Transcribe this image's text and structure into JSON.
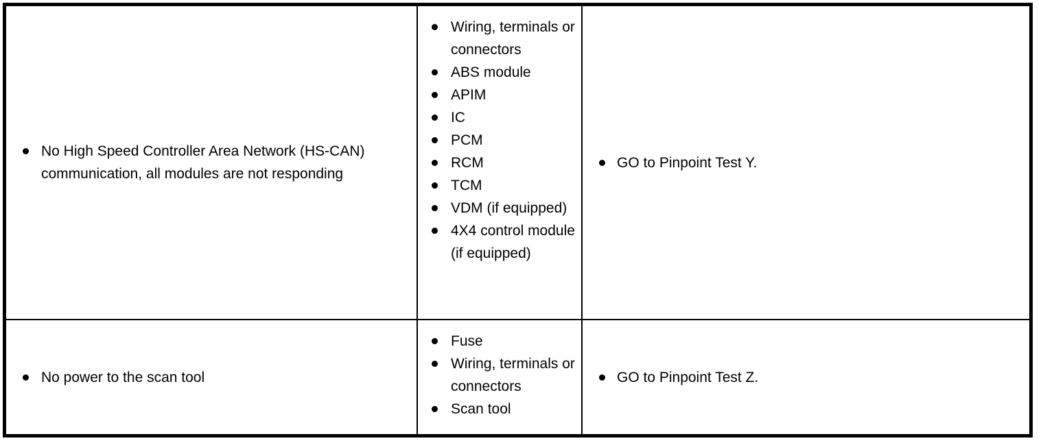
{
  "table": {
    "rows": [
      {
        "id": "no-hs-can-communication",
        "symptom": [
          "No High Speed Controller Area Network (HS-CAN) communication, all modules are not responding"
        ],
        "possible_causes": [
          "Wiring, terminals or connectors",
          "ABS module",
          "APIM",
          "IC",
          "PCM",
          "RCM",
          "TCM",
          "VDM (if equipped)",
          "4X4 control module (if equipped)"
        ],
        "actions": [
          "GO to Pinpoint Test Y."
        ]
      },
      {
        "id": "no-power-to-scan-tool",
        "symptom": [
          "No power to the scan tool"
        ],
        "possible_causes": [
          "Fuse",
          "Wiring, terminals or connectors",
          "Scan tool"
        ],
        "actions": [
          "GO to Pinpoint Test Z."
        ]
      }
    ]
  },
  "style": {
    "border_color": "#000000",
    "text_color": "#000000",
    "background": "#ffffff"
  }
}
